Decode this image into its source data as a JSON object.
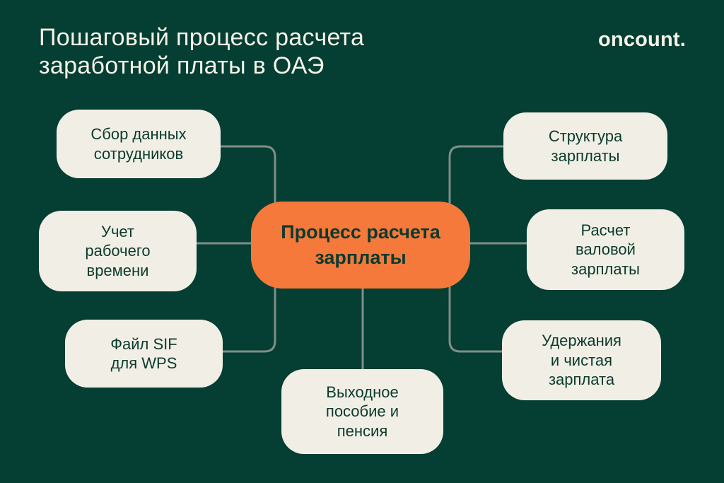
{
  "colors": {
    "background": "#053E32",
    "card": "#F1EFE5",
    "accent_orange": "#F5793B",
    "connector_line": "#7F8E88",
    "text_dark": "#0C3A2E",
    "text_light": "#F5F3E9"
  },
  "header": {
    "title": "Пошаговый процесс расчета\nзаработной платы в ОАЭ",
    "logo": "oncount."
  },
  "diagram": {
    "center": {
      "label": "Процесс расчета\nзарплаты"
    },
    "nodes": [
      {
        "id": "employee-data-collection",
        "label": "Сбор данных\nсотрудников"
      },
      {
        "id": "time-tracking",
        "label": "Учет\nрабочего\nвремени"
      },
      {
        "id": "sif-file-wps",
        "label": "Файл SIF\nдля WPS"
      },
      {
        "id": "salary-structure",
        "label": "Структура\nзарплаты"
      },
      {
        "id": "gross-salary-calculation",
        "label": "Расчет\nваловой\nзарплаты"
      },
      {
        "id": "deductions-net-salary",
        "label": "Удержания\nи чистая\nзарплата"
      },
      {
        "id": "severance-pension",
        "label": "Выходное\nпособие и\nпенсия"
      }
    ]
  }
}
